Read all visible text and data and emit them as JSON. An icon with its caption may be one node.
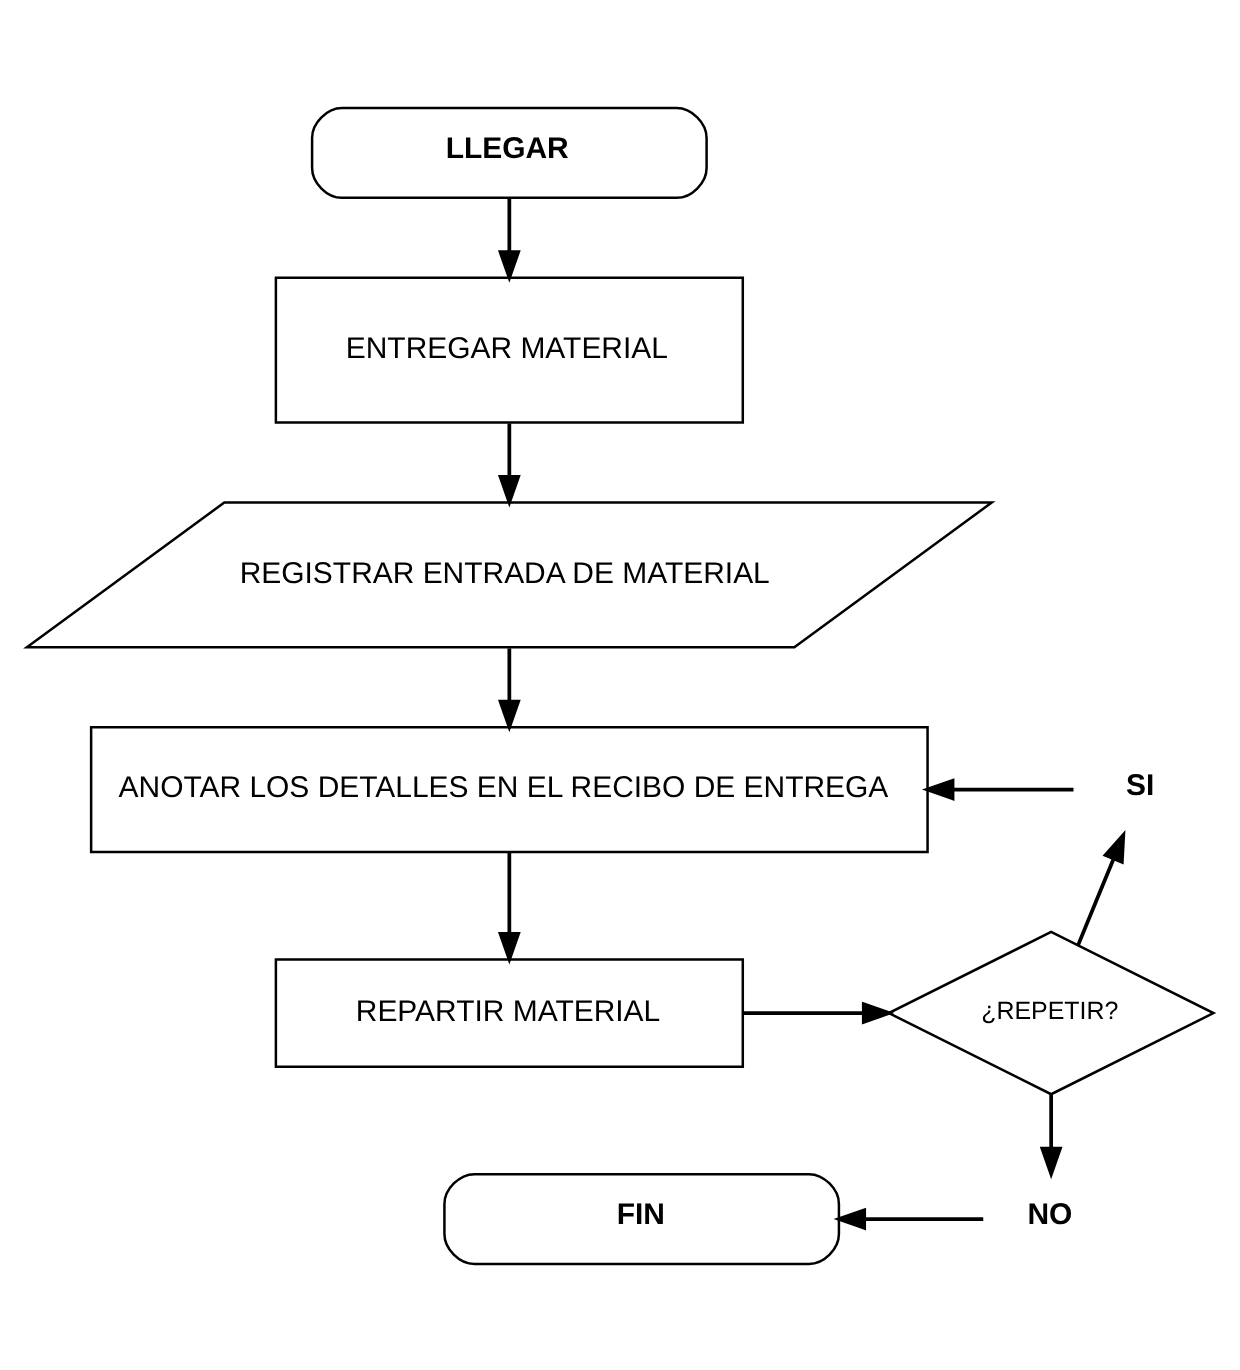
{
  "diagram": {
    "nodes": [
      {
        "text": [
          "LLEGAR"
        ]
      },
      {
        "text": [
          "ENTREGAR MATERIAL"
        ]
      },
      {
        "text": [
          "REGISTRAR ENTRADA DE MATERIAL"
        ]
      },
      {
        "text": [
          "ANOTAR LOS DETALLES EN EL RECIBO DE ENTREGA"
        ]
      },
      {
        "text": [
          "REPARTIR MATERIAL"
        ]
      },
      {
        "text": [
          "¿REPETIR?"
        ]
      },
      {
        "text": [
          "SI"
        ]
      },
      {
        "text": [
          "NO"
        ]
      },
      {
        "text": [
          "FIN"
        ]
      }
    ],
    "edges": [
      {
        "from": 0,
        "to": 1,
        "arrow": "to"
      },
      {
        "from": 1,
        "to": 2,
        "arrow": "to"
      },
      {
        "from": 2,
        "to": 3,
        "arrow": "to"
      },
      {
        "from": 3,
        "to": 4,
        "arrow": "to"
      },
      {
        "from": 4,
        "to": 5,
        "arrow": "to"
      },
      {
        "from": 5,
        "to": 6,
        "arrow": "to"
      },
      {
        "from": 6,
        "to": 3,
        "arrow": "to"
      },
      {
        "from": 5,
        "to": 7,
        "arrow": "to"
      },
      {
        "from": 7,
        "to": 8,
        "arrow": "to"
      }
    ]
  }
}
